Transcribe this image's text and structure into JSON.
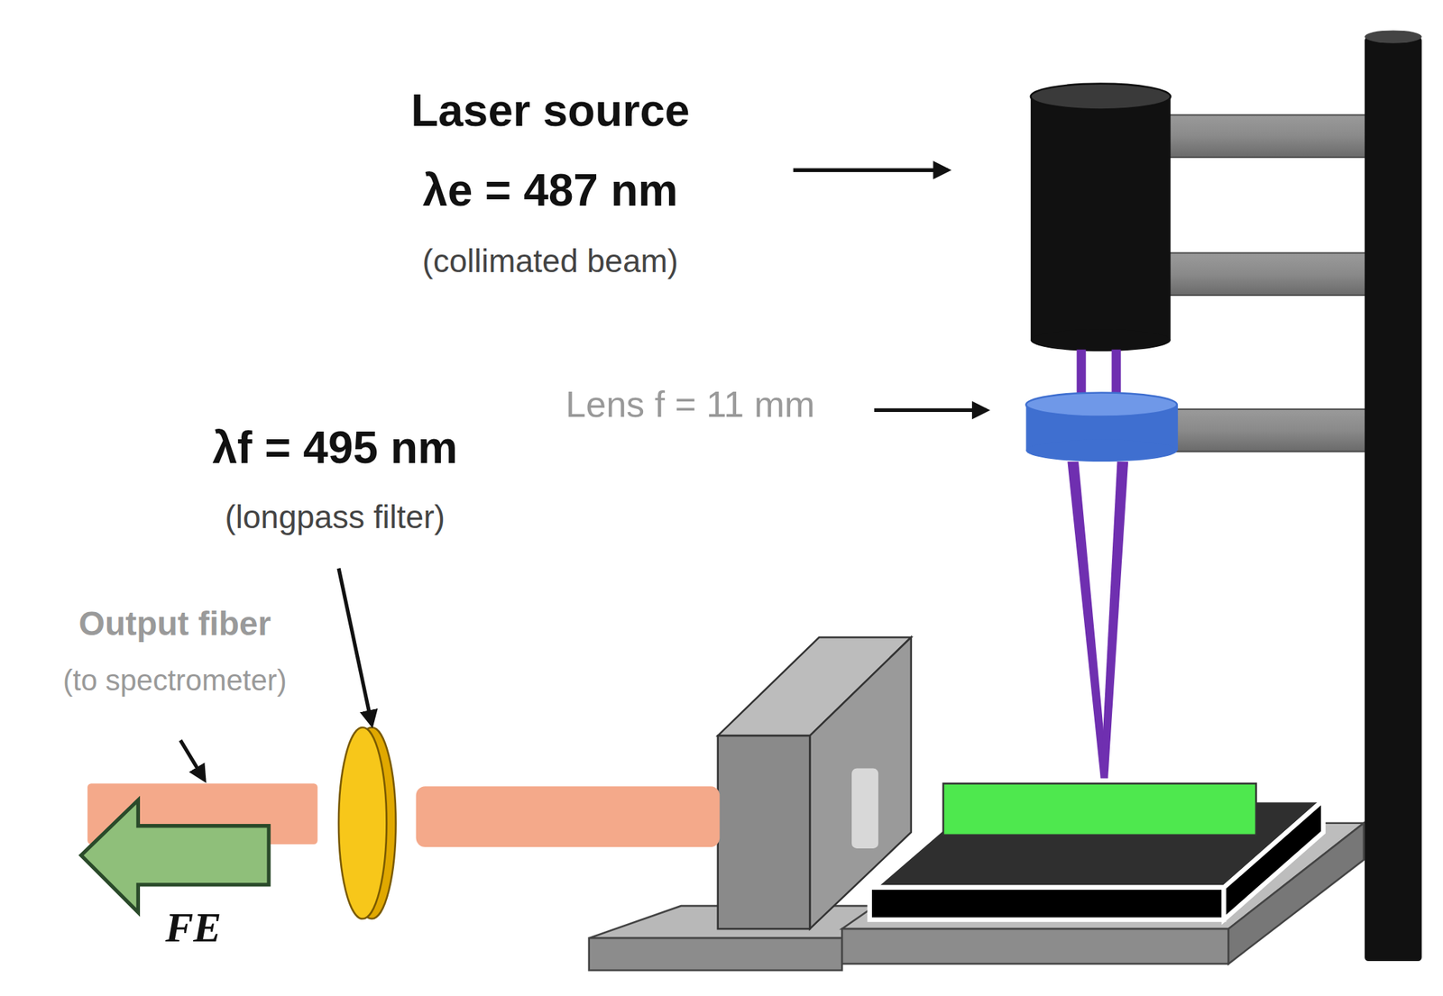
{
  "diagram": {
    "labels": [
      "Laser source",
      "λe = 487 nm",
      "(collimated beam)",
      "Lens f = 11 mm",
      "λf = 495 nm",
      "(longpass filter)",
      "Output fiber",
      "(to spectrometer)",
      "FE"
    ]
  }
}
